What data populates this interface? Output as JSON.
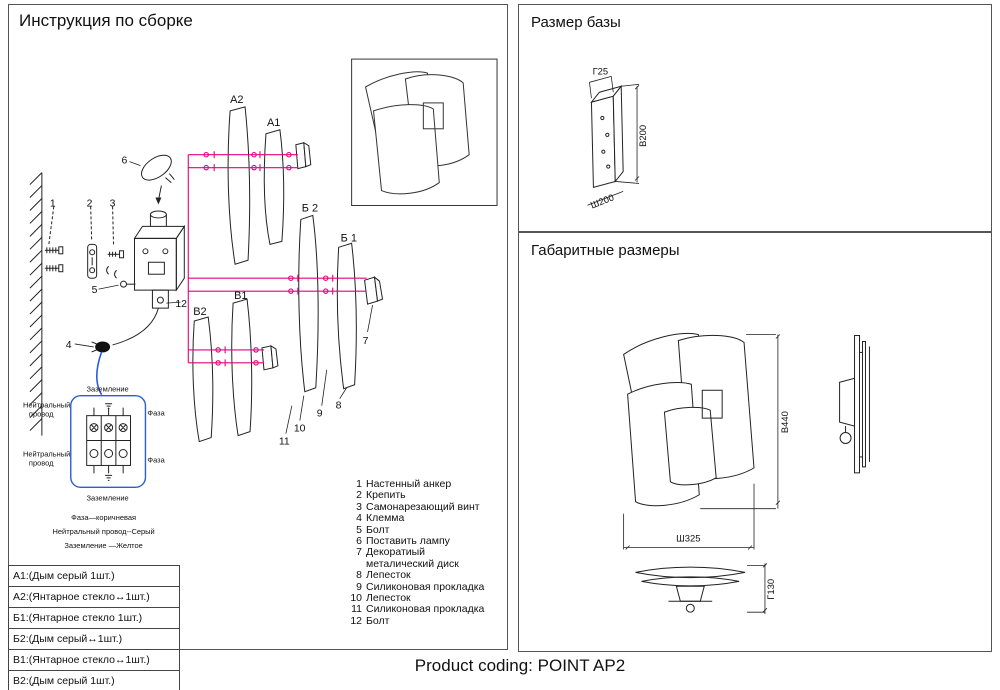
{
  "assembly": {
    "title": "Инструкция по сборке",
    "labels": {
      "n1": "1",
      "n2": "2",
      "n3": "3",
      "n4": "4",
      "n5": "5",
      "n6": "6",
      "n7": "7",
      "n8": "8",
      "n9": "9",
      "n10": "10",
      "n11": "11",
      "n12": "12",
      "a1": "A1",
      "a2": "A2",
      "b1": "Б 1",
      "b2": "Б 2",
      "v1": "В1",
      "v2": "В2"
    },
    "wiring": {
      "ground_top": "Заземление",
      "neutral_top_1": "Нейтральный",
      "neutral_top_2": "провод",
      "phase_top": "Фаза",
      "neutral_bottom_1": "Нейтральный",
      "neutral_bottom_2": "провод",
      "phase_bottom": "Фаза",
      "ground_bottom": "Заземление",
      "color_phase": "Фаза—коричневая",
      "color_neutral": "Нейтральный провод--Серый",
      "color_ground": "Заземление —Желтое"
    },
    "parts": [
      {
        "num": "1",
        "name": "Настенный анкер"
      },
      {
        "num": "2",
        "name": "Крепить"
      },
      {
        "num": "3",
        "name": "Самонарезающий винт"
      },
      {
        "num": "4",
        "name": "Клемма"
      },
      {
        "num": "5",
        "name": "Болт"
      },
      {
        "num": "6",
        "name": "Поставить лампу"
      },
      {
        "num": "7",
        "name": "Декоратиый"
      },
      {
        "num": "",
        "name": "металический диск"
      },
      {
        "num": "8",
        "name": "Лепесток"
      },
      {
        "num": "9",
        "name": "Силиконовая прокладка"
      },
      {
        "num": "10",
        "name": "Лепесток"
      },
      {
        "num": "11",
        "name": "Силиконовая прокладка"
      },
      {
        "num": "12",
        "name": "Болт"
      }
    ],
    "glass_legend": [
      "A1:(Дым серый 1шт.)",
      "A2:(Янтарное стекло↔1шт.)",
      "Б1:(Янтарное стекло 1шт.)",
      "Б2:(Дым серый↔1шт.)",
      "В1:(Янтарное стекло↔1шт.)",
      "В2:(Дым серый 1шт.)"
    ],
    "accent_color": "#e6007e",
    "wire_color": "#2b5bd7"
  },
  "base_size": {
    "title": "Размер базы",
    "depth": "Г25",
    "height": "В200",
    "width": "Ш200"
  },
  "overall_size": {
    "title": "Габаритные размеры",
    "height": "В440",
    "width": "Ш325",
    "depth": "Г130"
  },
  "footer": {
    "product_coding": "Product coding: POINT AP2"
  }
}
